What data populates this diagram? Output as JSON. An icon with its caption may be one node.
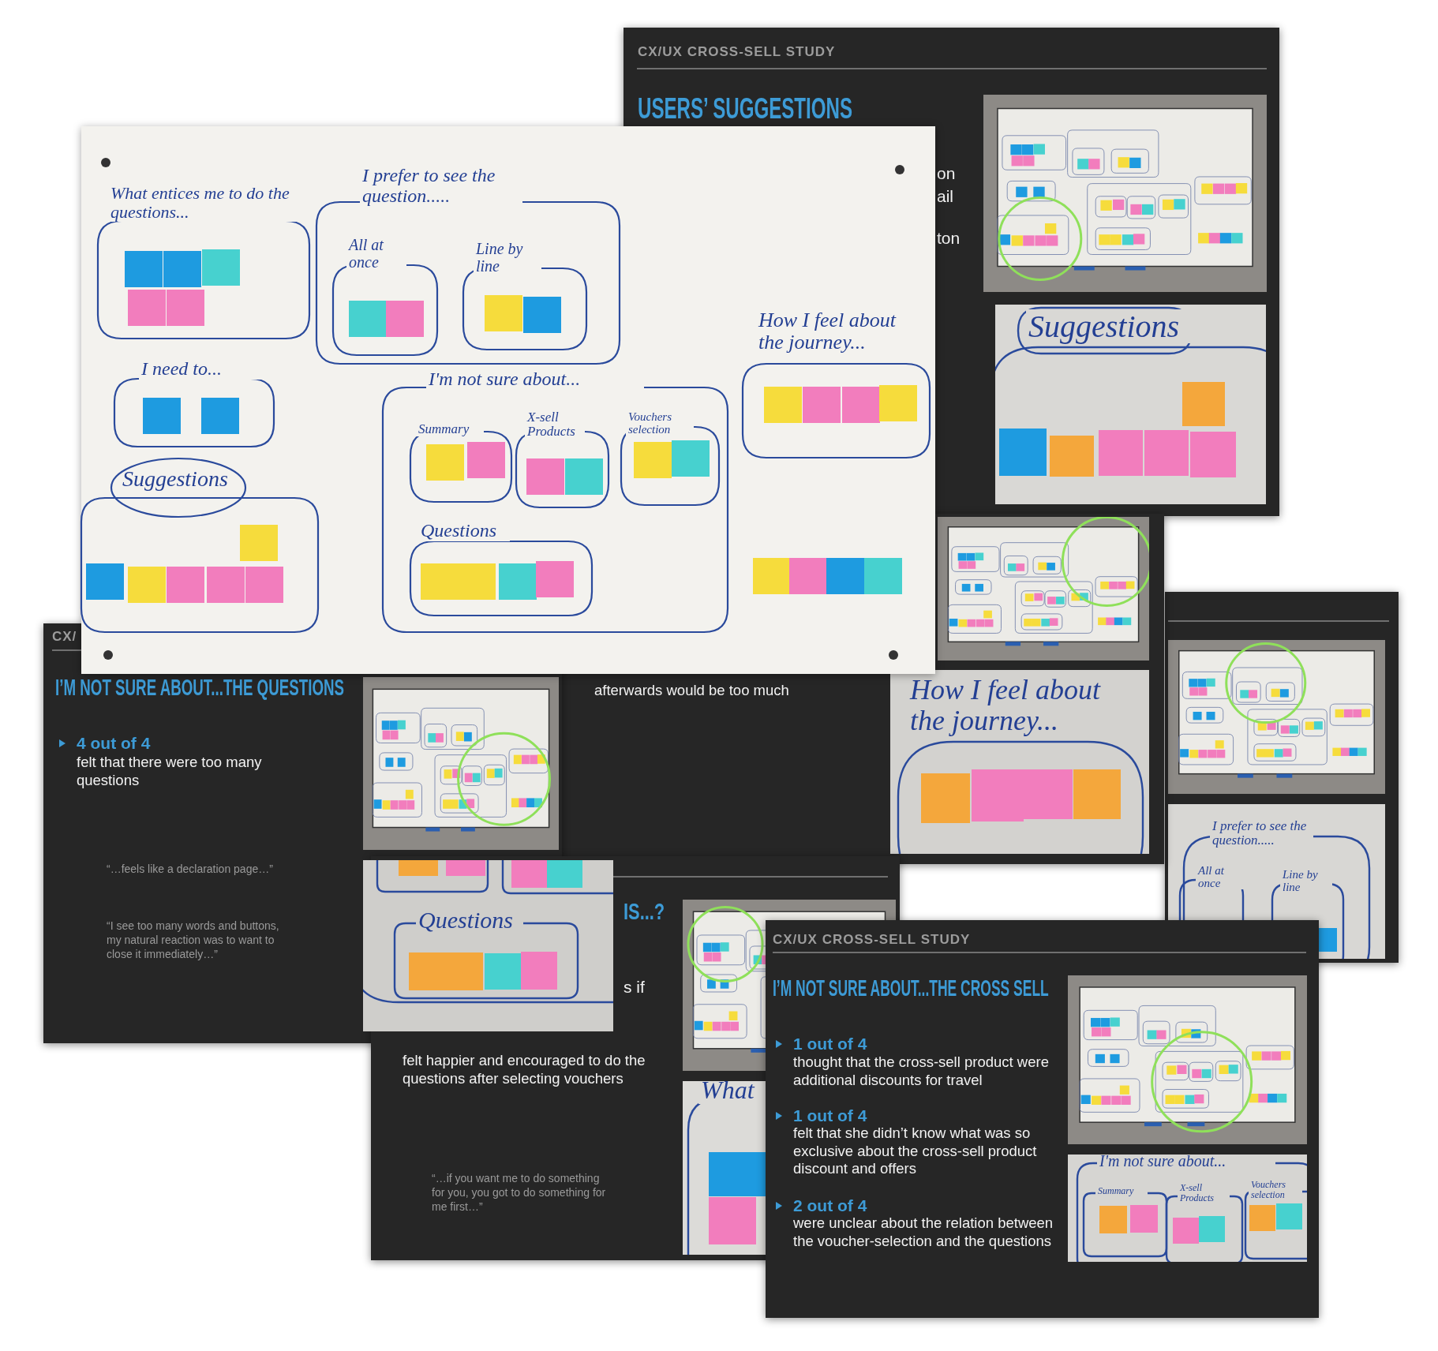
{
  "diagram": {
    "nodes": [
      {
        "text": [
          "What entices me to do the questions..."
        ]
      },
      {
        "text": [
          "I prefer to see the question....."
        ]
      },
      {
        "text": [
          "All at once"
        ],
        "in": 1
      },
      {
        "text": [
          "Line by line"
        ],
        "in": 1
      },
      {
        "text": [
          "I need to..."
        ]
      },
      {
        "text": [
          "Suggestions"
        ]
      },
      {
        "text": [
          "I'm not sure about..."
        ]
      },
      {
        "text": [
          "Summary"
        ],
        "in": 6
      },
      {
        "text": [
          "X-sell Products"
        ],
        "in": 6
      },
      {
        "text": [
          "Vouchers selection"
        ],
        "in": 6
      },
      {
        "text": [
          "Questions"
        ],
        "in": 6
      },
      {
        "text": [
          "How I feel about the journey..."
        ]
      }
    ],
    "labels": [
      "CX/UX CROSS-SELL STUDY",
      "USERS’ SUGGESTIONS",
      "on",
      "ail",
      "ton",
      "Suggestions",
      "CX/",
      "I’M NOT SURE ABOUT...THE QUESTIONS",
      "4 out of 4",
      "felt that there were too many questions",
      "“…feels like a declaration page…”",
      "“I see too many words and buttons, my natural reaction was to want to close it immediately…”",
      "afterwards would be too much",
      "How I feel about the journey...",
      "I prefer to see the question.....",
      "All at once",
      "Line by line",
      "Questions",
      "IS...?",
      "s if",
      "felt happier and encouraged to do the questions after selecting vouchers",
      "“…if you want me to do something for you, you got to do something for me first…”",
      "What",
      "CX/UX CROSS-SELL STUDY",
      "I’M NOT SURE ABOUT...THE CROSS SELL",
      "1 out of 4",
      "thought that the cross-sell product were additional discounts for travel",
      "1 out of 4",
      "felt that she didn’t know what was so exclusive about the cross-sell product discount and offers",
      "2 out of 4",
      "were unclear about the relation between the voucher-selection and the questions",
      "I'm not sure about...",
      "Summary",
      "X-sell Products",
      "Vouchers selection"
    ]
  }
}
